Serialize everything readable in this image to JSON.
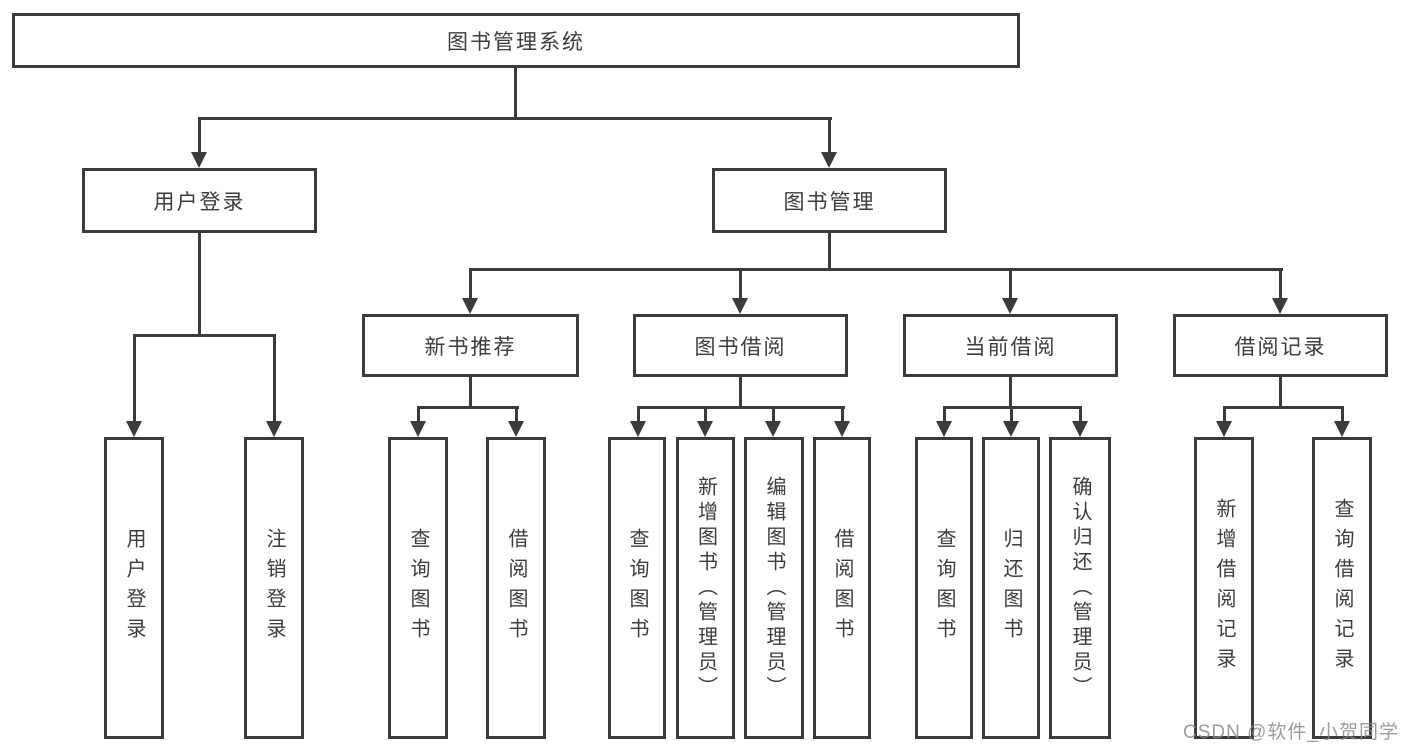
{
  "nodes": {
    "root": {
      "label": "图书管理系统"
    },
    "user_login": {
      "label": "用户登录"
    },
    "book_mgmt": {
      "label": "图书管理"
    },
    "new_book_rec": {
      "label": "新书推荐"
    },
    "book_borrow": {
      "label": "图书借阅"
    },
    "current_borrow": {
      "label": "当前借阅"
    },
    "borrow_records": {
      "label": "借阅记录"
    },
    "leaf_user_login": {
      "label": "用户登录"
    },
    "leaf_logout": {
      "label": "注销登录"
    },
    "leaf_query_book_rec": {
      "label": "查询图书"
    },
    "leaf_borrow_book_rec": {
      "label": "借阅图书"
    },
    "leaf_query_book_borrow": {
      "label": "查询图书"
    },
    "leaf_add_book_admin": {
      "label": "新增图书（管理员）"
    },
    "leaf_edit_book_admin": {
      "label": "编辑图书（管理员）"
    },
    "leaf_borrow_book_borrow": {
      "label": "借阅图书"
    },
    "leaf_query_book_current": {
      "label": "查询图书"
    },
    "leaf_return_book": {
      "label": "归还图书"
    },
    "leaf_confirm_return_admin": {
      "label": "确认归还（管理员）"
    },
    "leaf_add_borrow_record": {
      "label": "新增借阅记录"
    },
    "leaf_query_borrow_record": {
      "label": "查询借阅记录"
    }
  },
  "watermark": {
    "text": "CSDN @软件_小贺同学"
  },
  "colors": {
    "line": "#3b3b3b",
    "box_border": "#3b3b3b",
    "text": "#3d3d3d",
    "background": "#ffffff",
    "watermark": "#8b8b8b"
  }
}
